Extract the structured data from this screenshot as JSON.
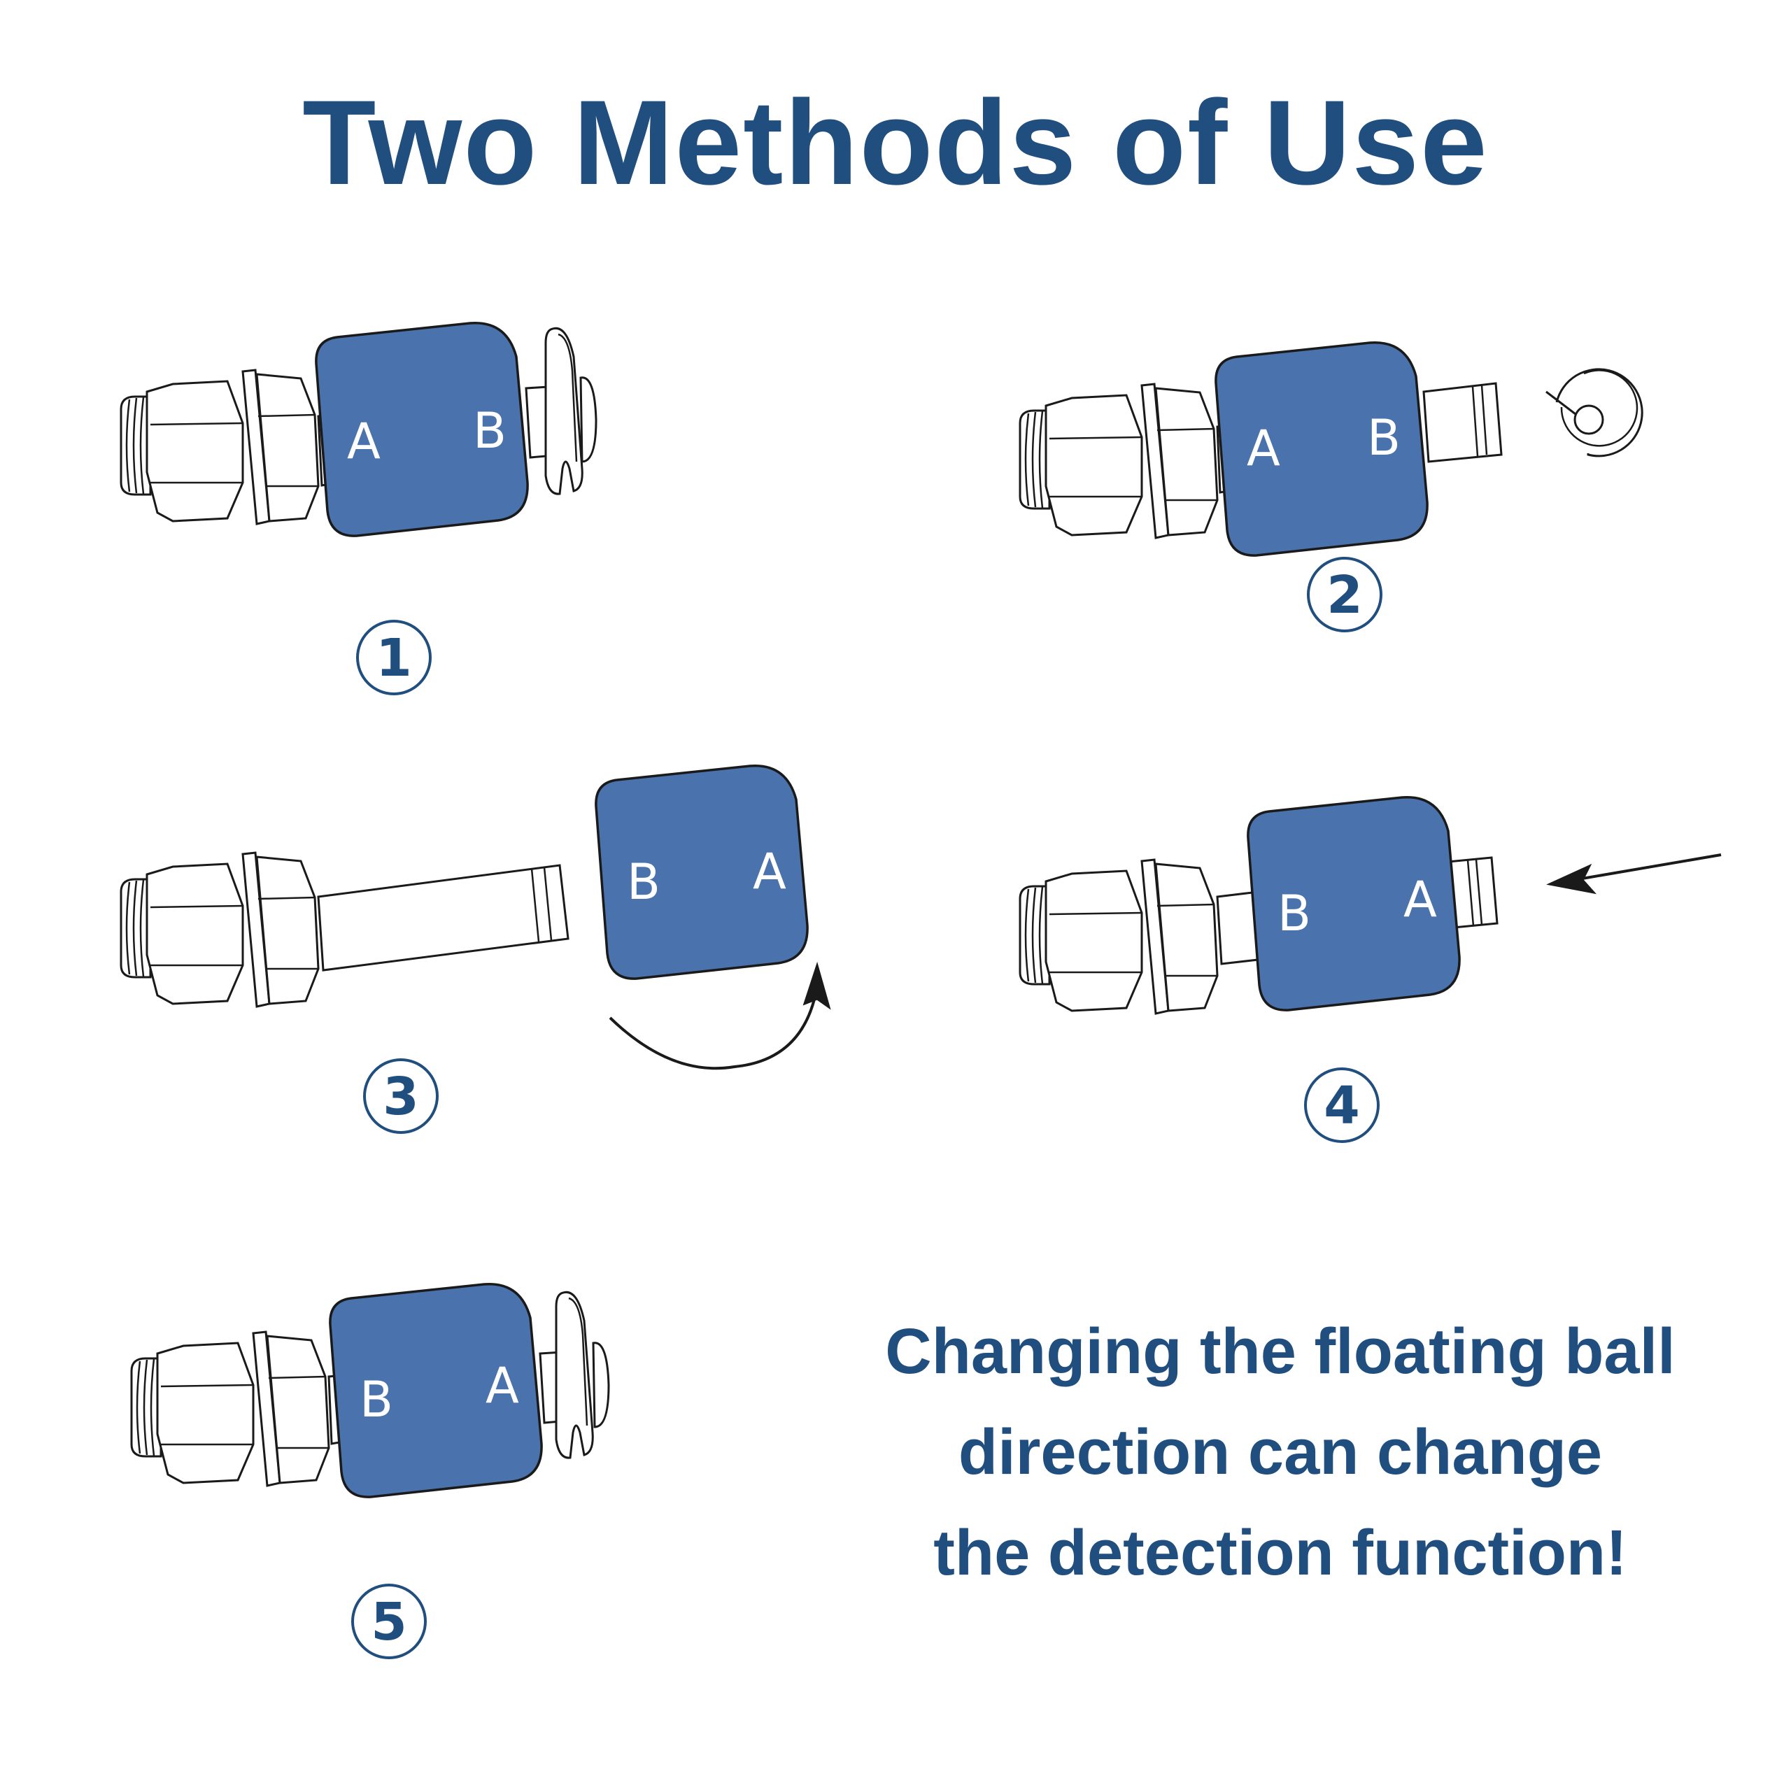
{
  "title": "Two Methods of Use",
  "caption": {
    "lines": [
      "Changing the floating ball",
      "direction can change",
      "the detection function!"
    ]
  },
  "colors": {
    "accent": "#1f4e7f",
    "float_fill": "#4a72ad",
    "outline": "#1a1a1a"
  },
  "steps": [
    {
      "number": "1",
      "left_letter": "A",
      "right_letter": "B",
      "clip": "on shaft"
    },
    {
      "number": "2",
      "left_letter": "A",
      "right_letter": "B",
      "clip": "removed"
    },
    {
      "number": "3",
      "left_letter": "B",
      "right_letter": "A",
      "clip": "none",
      "action": "float removed and flipped"
    },
    {
      "number": "4",
      "left_letter": "B",
      "right_letter": "A",
      "clip": "none",
      "action": "float pushed back on"
    },
    {
      "number": "5",
      "left_letter": "B",
      "right_letter": "A",
      "clip": "on shaft"
    }
  ],
  "icons": {
    "flip": "curved-arrow-icon",
    "push": "straight-arrow-icon",
    "clip": "retaining-clip-icon"
  }
}
